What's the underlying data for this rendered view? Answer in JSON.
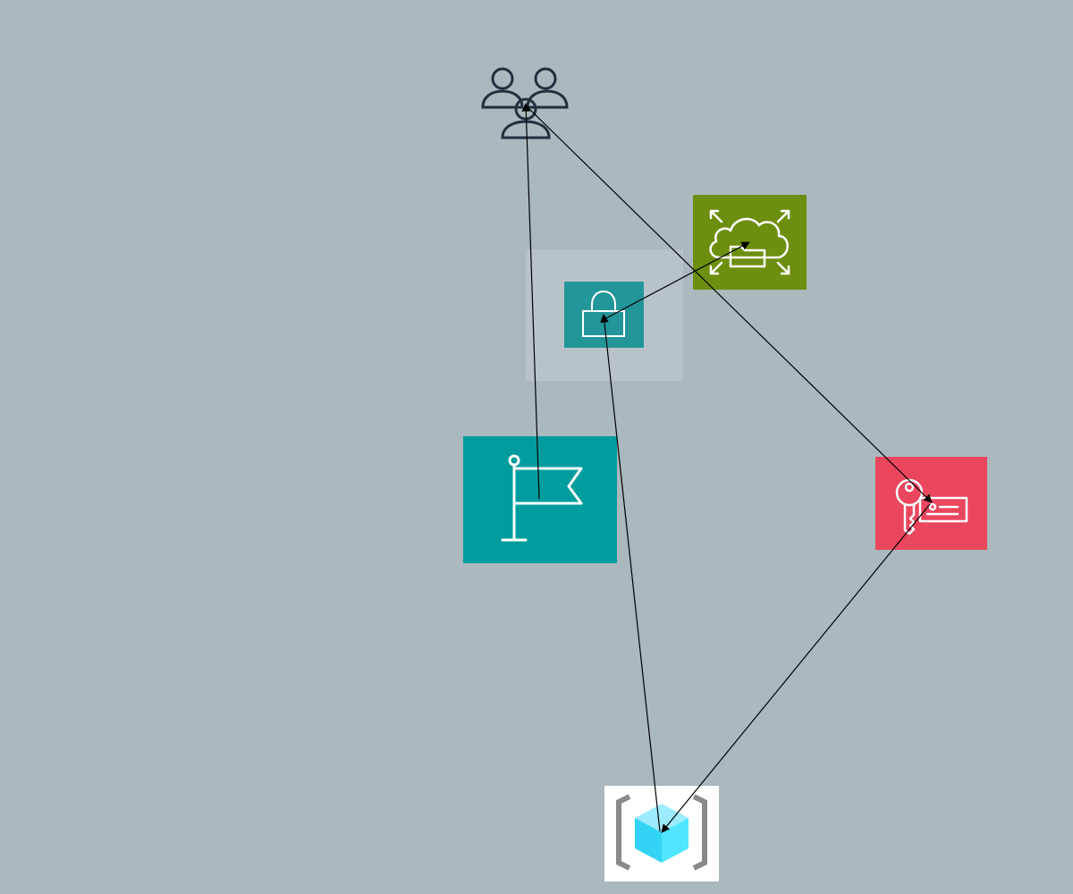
{
  "diagram": {
    "background": "#abb8bd",
    "nodes": [
      {
        "id": "users",
        "icon": "users-group-icon",
        "color": "#232f3e"
      },
      {
        "id": "lock-group",
        "icon": "group-panel",
        "color": "#b8c3c8"
      },
      {
        "id": "lock",
        "icon": "padlock-icon",
        "color": "#23969a"
      },
      {
        "id": "cloud",
        "icon": "cloud-folder-expand-icon",
        "color": "#6d8f0f"
      },
      {
        "id": "flag",
        "icon": "flag-icon",
        "color": "#019d9e"
      },
      {
        "id": "key",
        "icon": "key-card-icon",
        "color": "#ea465d"
      },
      {
        "id": "cube",
        "icon": "bracketed-cube-icon",
        "color": "#50e6ff"
      }
    ],
    "edges": [
      {
        "from": "flag",
        "to": "users"
      },
      {
        "from": "users",
        "to": "key"
      },
      {
        "from": "lock",
        "to": "cloud"
      },
      {
        "from": "cube",
        "to": "lock"
      },
      {
        "from": "key",
        "to": "cube"
      }
    ],
    "edge_color": "#000000"
  }
}
